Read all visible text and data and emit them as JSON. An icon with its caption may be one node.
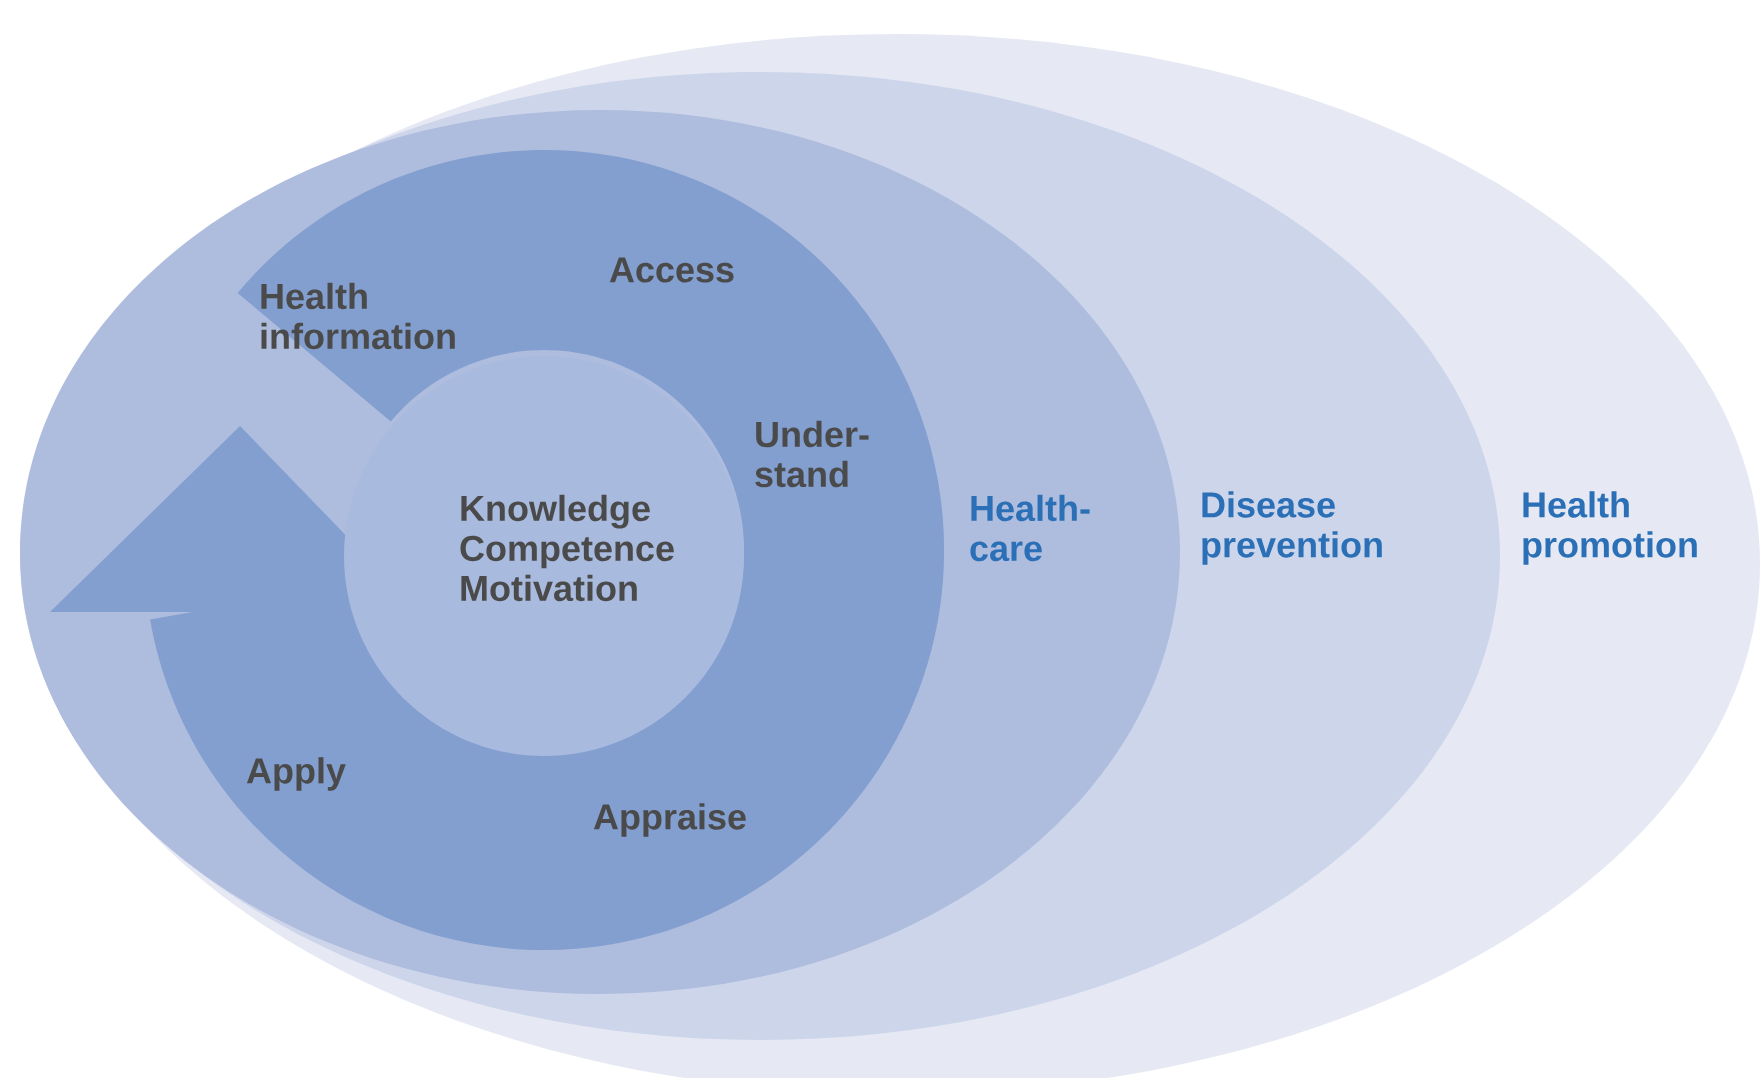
{
  "diagram": {
    "nodes": [
      {
        "text": [
          "Health promotion"
        ]
      },
      {
        "text": [
          "Disease prevention"
        ],
        "in": 0
      },
      {
        "text": [
          "Health-care"
        ],
        "in": 1
      },
      {
        "text": [
          "Health information",
          "Access",
          "Under-stand",
          "Appraise",
          "Apply"
        ],
        "in": 2
      },
      {
        "text": [
          "Knowledge Competence Motivation"
        ],
        "in": 3
      }
    ]
  }
}
